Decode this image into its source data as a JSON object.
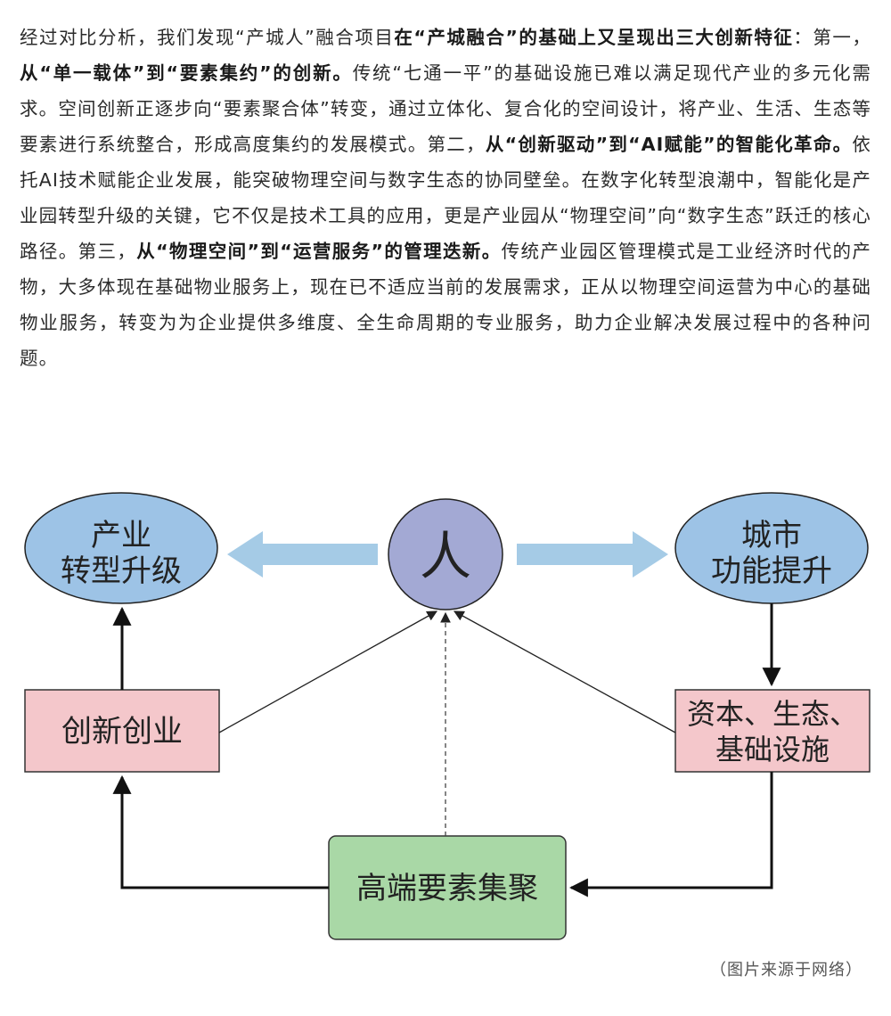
{
  "article": {
    "segments": [
      {
        "text": "经过对比分析，我们发现“产城人”融合项目",
        "bold": false
      },
      {
        "text": "在“产城融合”的基础上又呈现出三大创新特征",
        "bold": true
      },
      {
        "text": "：第一，",
        "bold": false
      },
      {
        "text": "从“单一载体”到“要素集约”的创新。",
        "bold": true
      },
      {
        "text": "传统“七通一平”的基础设施已难以满足现代产业的多元化需求。空间创新正逐步向“要素聚合体”转变，通过立体化、复合化的空间设计，将产业、生活、生态等要素进行系统整合，形成高度集约的发展模式。第二，",
        "bold": false
      },
      {
        "text": "从“创新驱动”到“AI赋能”的智能化革命。",
        "bold": true
      },
      {
        "text": "依托AI技术赋能企业发展，能突破物理空间与数字生态的协同壁垒。在数字化转型浪潮中，智能化是产业园转型升级的关键，它不仅是技术工具的应用，更是产业园从“物理空间”向“数字生态”跃迁的核心路径。第三，",
        "bold": false
      },
      {
        "text": "从“物理空间”到“运营服务”的管理迭新。",
        "bold": true
      },
      {
        "text": "传统产业园区管理模式是工业经济时代的产物，大多体现在基础物业服务上，现在已不适应当前的发展需求，正从以物理空间运营为中心的基础物业服务，转变为为企业提供多维度、全生命周期的专业服务，助力企业解决发展过程中的各种问题。",
        "bold": false
      }
    ]
  },
  "diagram": {
    "center": "人",
    "left_top": [
      "产业",
      "转型升级"
    ],
    "right_top": [
      "城市",
      "功能提升"
    ],
    "left_box": "创新创业",
    "right_box": [
      "资本、生态、",
      "基础设施"
    ],
    "bottom_box": "高端要素集聚",
    "colors": {
      "ellipse_blue": "#9dc3e6",
      "center_purple": "#a3a9d4",
      "box_pink": "#f4c7cb",
      "box_green": "#a9d8a6",
      "arrow_light": "#a5cbe6"
    }
  },
  "caption": "（图片来源于网络）"
}
